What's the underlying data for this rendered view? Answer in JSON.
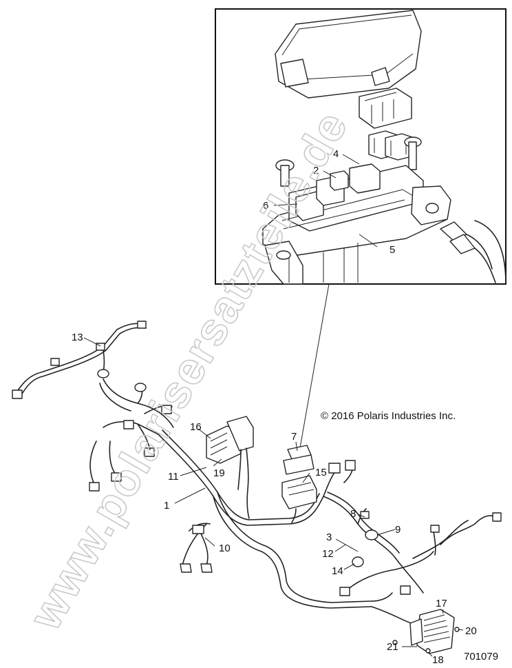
{
  "watermark": "www.polarisersatzteile.de",
  "copyright": "© 2016 Polaris Industries Inc.",
  "part_number": "701079",
  "callouts": {
    "c1": "1",
    "c2": "2",
    "c3": "3",
    "c4": "4",
    "c5": "5",
    "c6": "6",
    "c7": "7",
    "c8": "8",
    "c9": "9",
    "c10": "10",
    "c11": "11",
    "c12": "12",
    "c13": "13",
    "c14": "14",
    "c15": "15",
    "c16": "16",
    "c17": "17",
    "c18": "18",
    "c19": "19",
    "c20": "20",
    "c21": "21"
  }
}
